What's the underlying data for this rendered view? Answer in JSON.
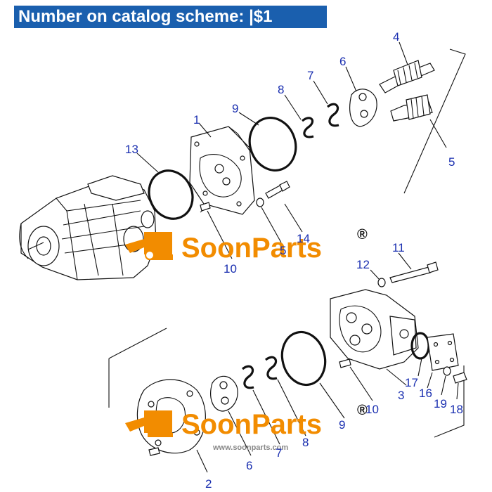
{
  "header": {
    "title": "Number on catalog scheme: |$1"
  },
  "watermark": {
    "brand": "SoonParts",
    "registered": "®",
    "url": "www.soonparts.com",
    "color": "#f28c00"
  },
  "callouts": {
    "c1": "1",
    "c2": "2",
    "c3": "3",
    "c4": "4",
    "c5": "5",
    "c6a": "6",
    "c6b": "6",
    "c7a": "7",
    "c7b": "7",
    "c8a": "8",
    "c8b": "8",
    "c9a": "9",
    "c9b": "9",
    "c10a": "10",
    "c10b": "10",
    "c11": "11",
    "c12": "12",
    "c13": "13",
    "c14": "14",
    "c15": "5",
    "c16": "16",
    "c17": "17",
    "c18": "18",
    "c19": "19"
  },
  "colors": {
    "header_bg": "#1a5fae",
    "callout": "#1a2fb0",
    "line": "#111111"
  }
}
